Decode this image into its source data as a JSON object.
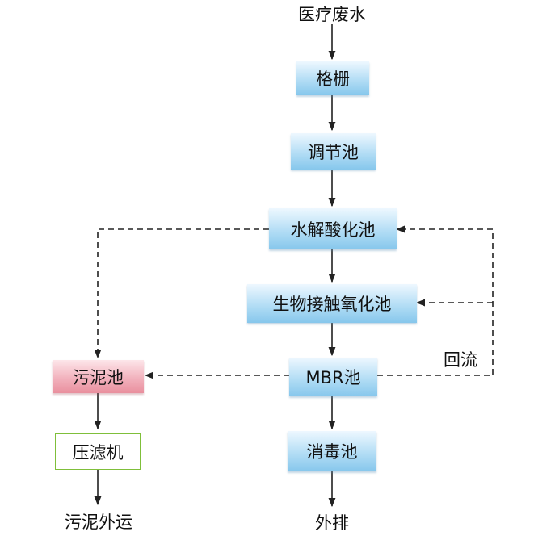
{
  "nodes": {
    "medical_wastewater": "医疗废水",
    "grille": "格栅",
    "regulating_tank": "调节池",
    "hydrolysis_tank": "水解酸化池",
    "contact_oxidation_tank": "生物接触氧化池",
    "mbr_tank": "MBR池",
    "disinfection_tank": "消毒池",
    "discharge": "外排",
    "sludge_tank": "污泥池",
    "filter_press": "压滤机",
    "sludge_transport": "污泥外运"
  },
  "edges": {
    "reflux_label": "回流"
  },
  "colors": {
    "process_box": "#9fd3f1",
    "sludge_box": "#ef9fac",
    "press_border": "#7fbf3a",
    "line": "#222222"
  }
}
